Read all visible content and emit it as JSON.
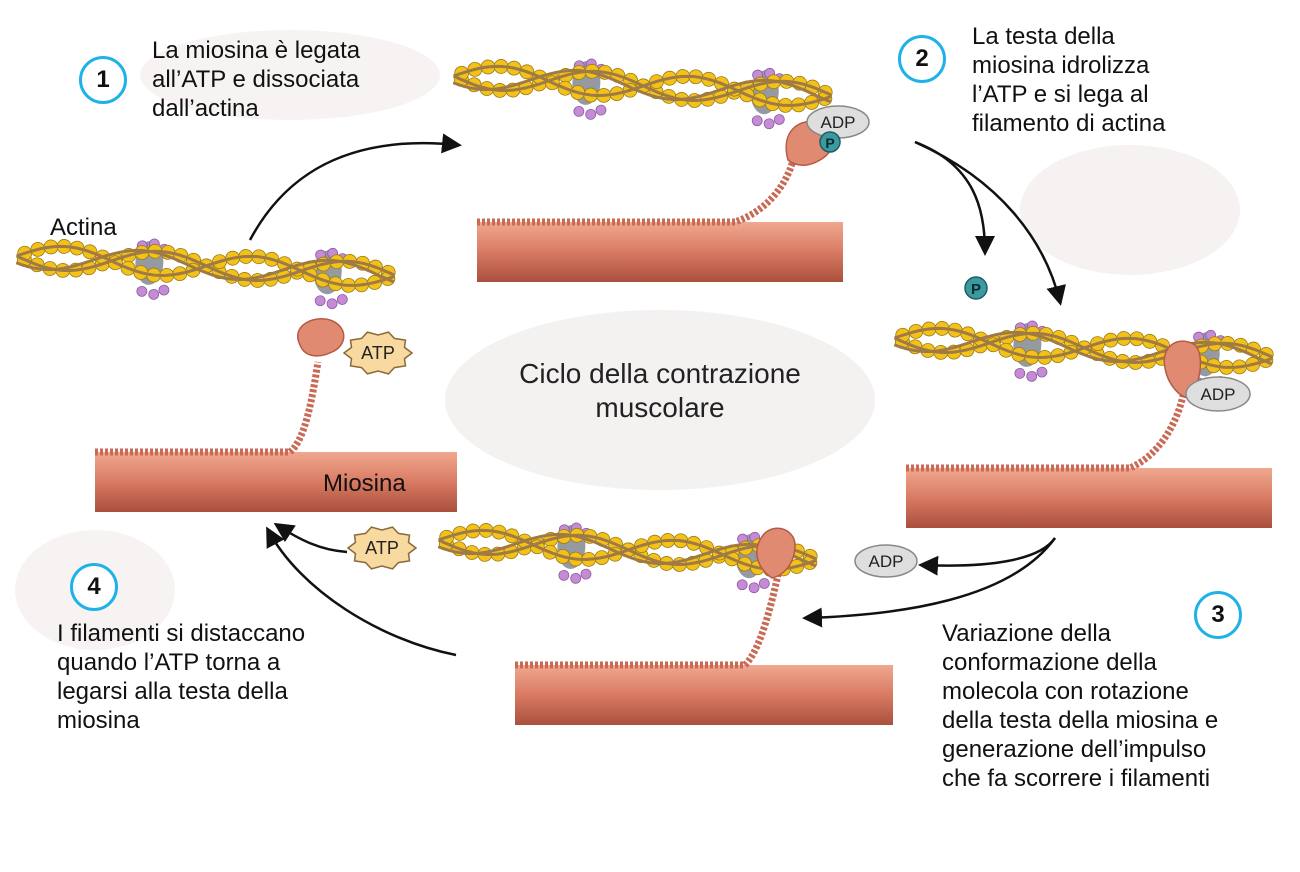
{
  "title": "Ciclo della contrazione\nmuscolare",
  "steps": [
    {
      "num": "1",
      "text": "La miosina è legata\nall’ATP e dissociata\ndall’actina"
    },
    {
      "num": "2",
      "text": "La testa della\nmiosina idrolizza\nl’ATP e si lega al\nfilamento di actina"
    },
    {
      "num": "3",
      "text": "Variazione della\nconformazione della\nmolecola con rotazione\ndella testa della miosina e\ngenerazione dell’impulso\nche fa scorrere i filamenti"
    },
    {
      "num": "4",
      "text": "I filamenti si distaccano\nquando l’ATP torna a\nlegarsi alla testa della\nmiosina"
    }
  ],
  "labels": {
    "actin": "Actina",
    "myosin": "Miosina"
  },
  "molecules": {
    "atp": "ATP",
    "adp": "ADP",
    "phosphate": "P"
  },
  "colors": {
    "badge_ring": "#1fb2e8",
    "myosin": "#d97a63",
    "actin_bead": "#f2c21a",
    "actin_strand": "#a07a45",
    "tropomyosin": "#8a8f98",
    "troponin": "#c58bd6"
  }
}
